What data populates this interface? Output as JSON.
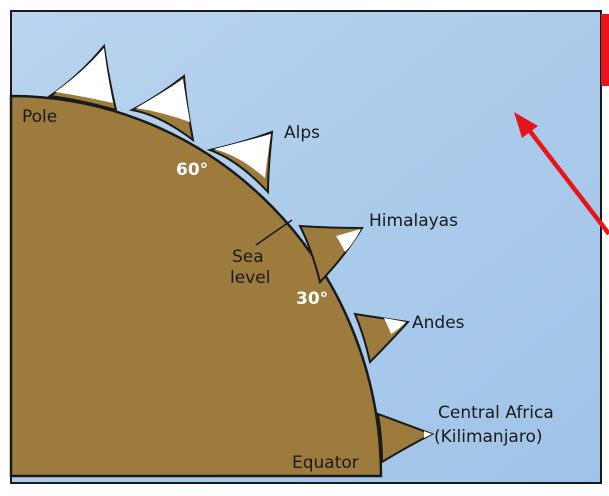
{
  "labels": {
    "pole": "Pole",
    "alps": "Alps",
    "lat60": "60°",
    "himalayas": "Himalayas",
    "sea_level_1": "Sea",
    "sea_level_2": "level",
    "lat30": "30°",
    "andes": "Andes",
    "central_africa_1": "Central Africa",
    "central_africa_2": "(Kilimanjaro)",
    "equator": "Equator"
  },
  "colors": {
    "sky": "#a9c9ea",
    "earth": "#9c7b3c",
    "snow": "#ffffff",
    "outline": "#1a1a1a",
    "arrow": "#e8141b"
  }
}
